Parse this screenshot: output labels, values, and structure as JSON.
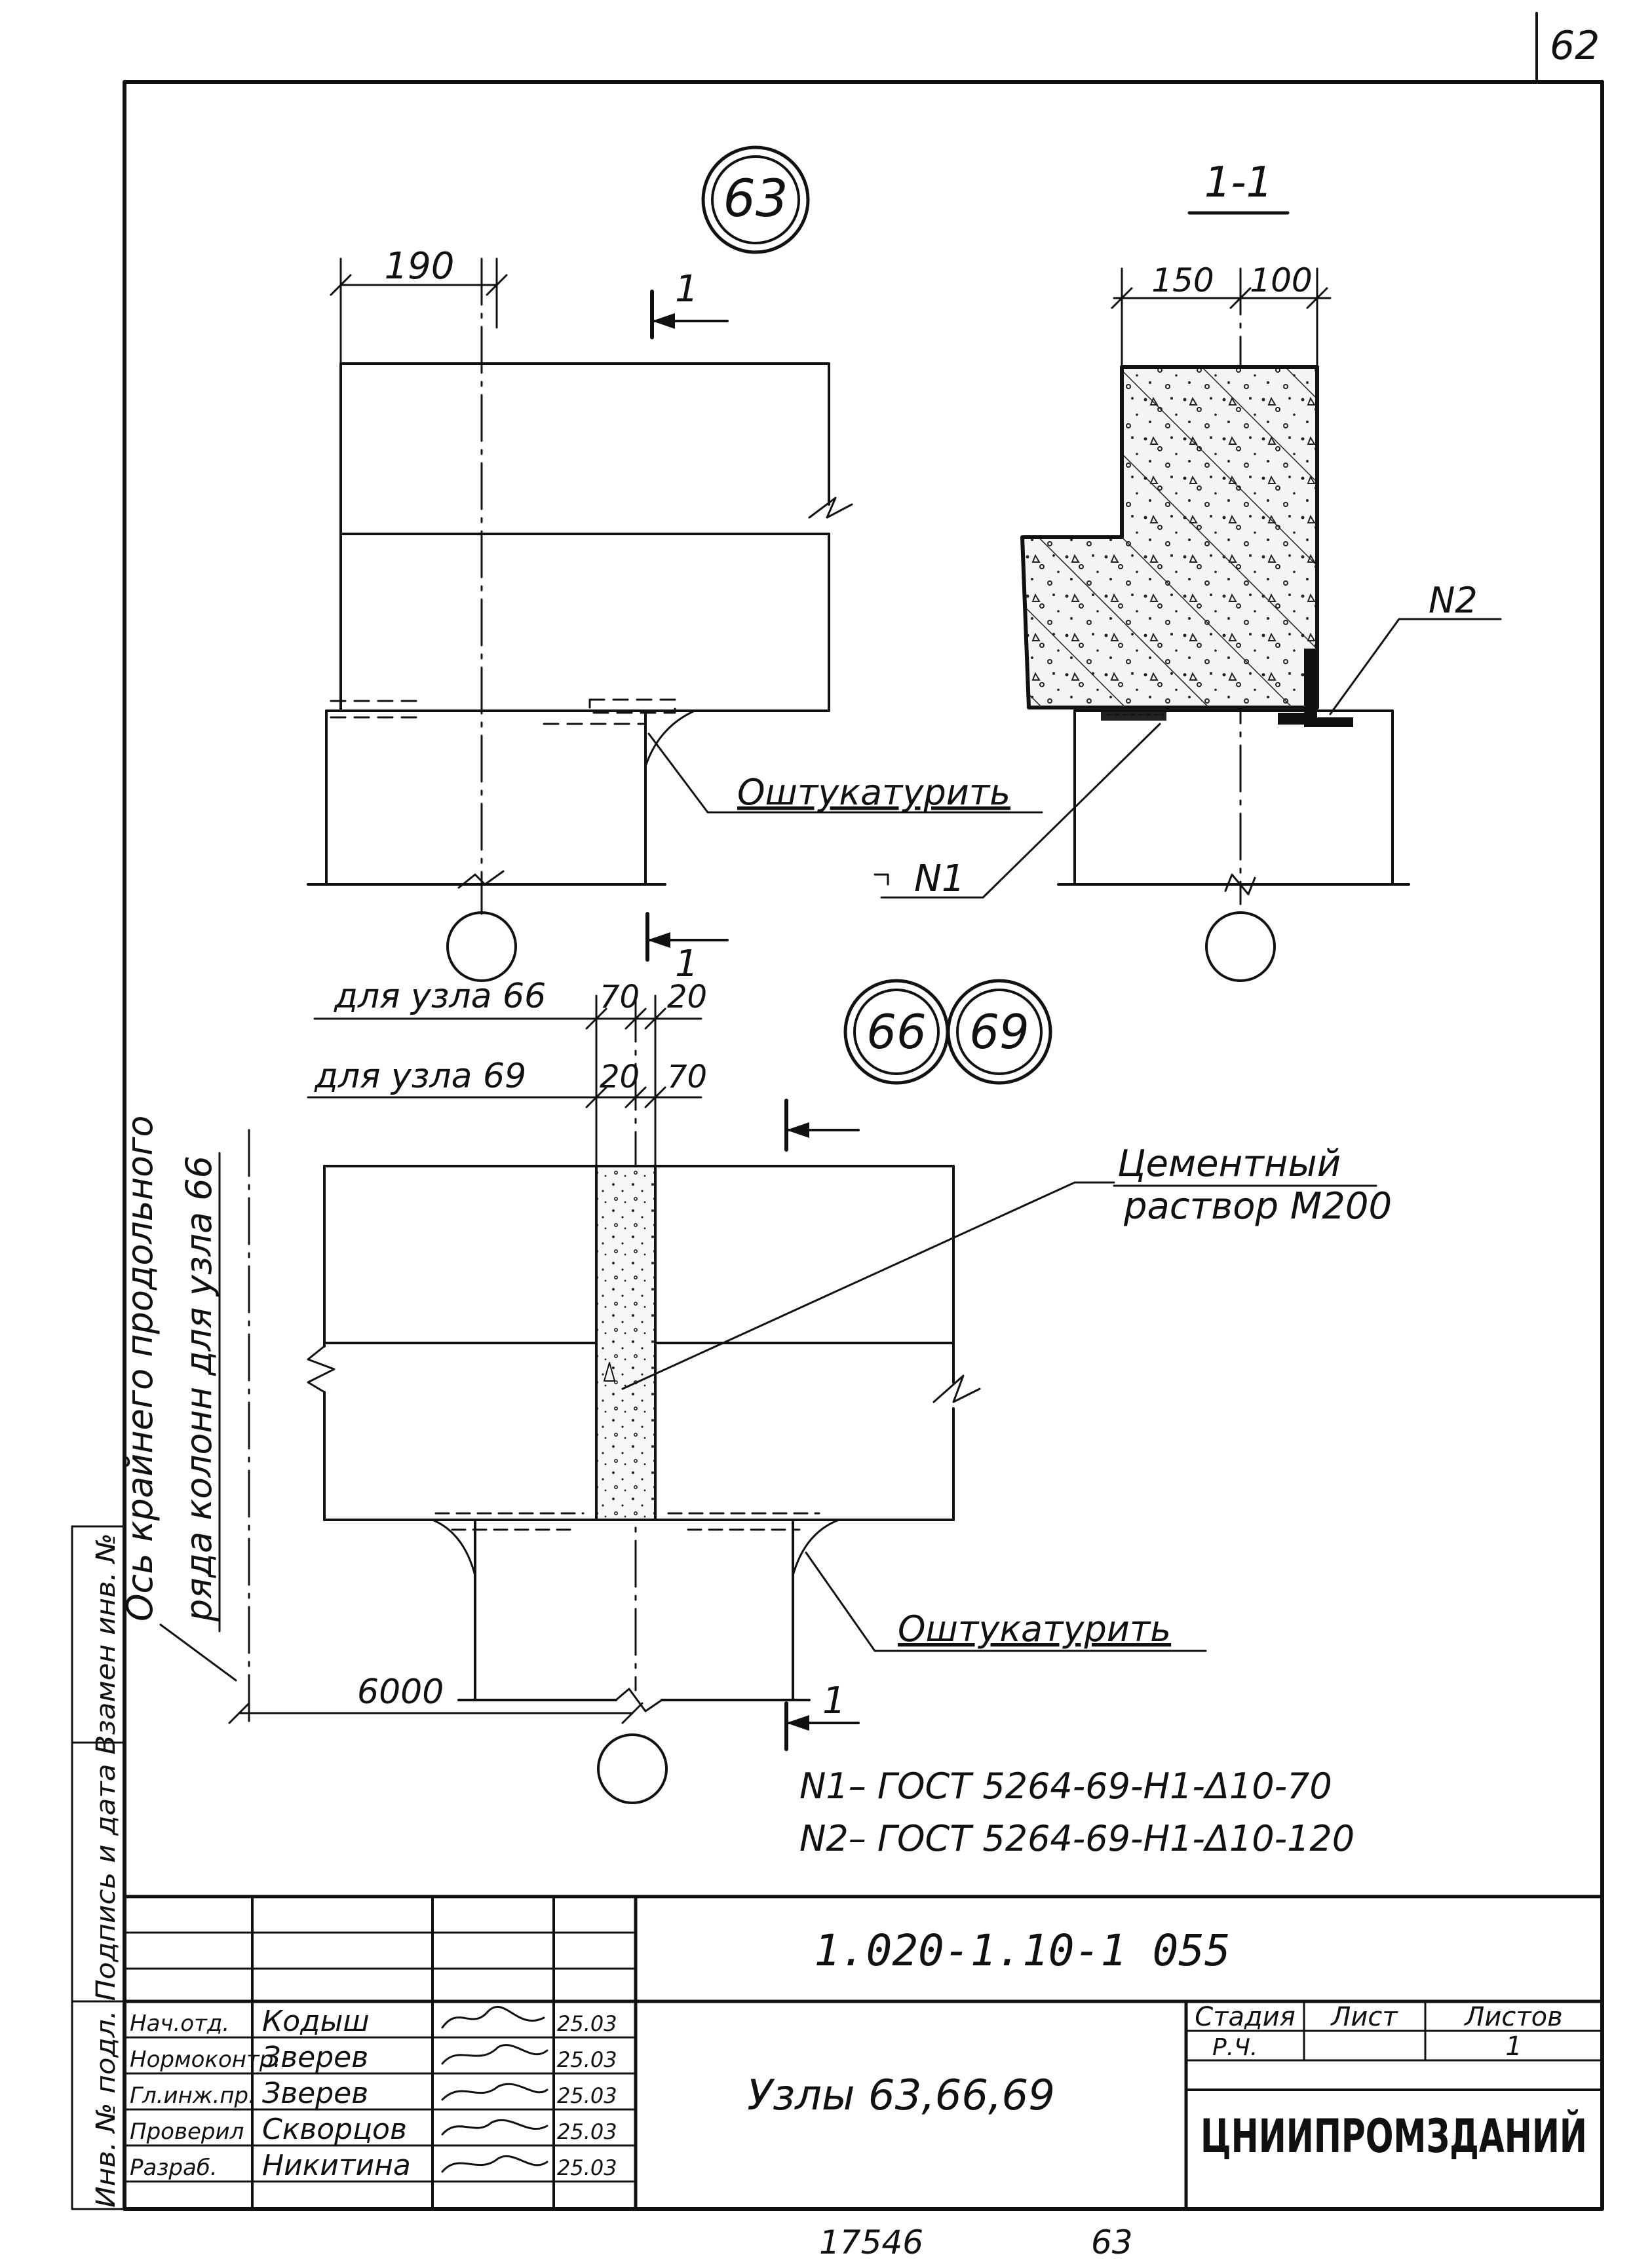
{
  "sheet_number": "62",
  "details": {
    "node_63": {
      "badge": "63",
      "dim_190": "190",
      "section_mark": "1",
      "callout": "Оштукатурить"
    },
    "section_1_1": {
      "title": "1-1",
      "dim_a": "150",
      "dim_b": "100",
      "marker_n1": "N1",
      "marker_n2": "N2"
    },
    "node_66_69": {
      "badge_66": "66",
      "badge_69": "69",
      "note_66": "для узла 66",
      "note_69": "для узла 69",
      "dim_70_top": "70",
      "dim_20_top": "20",
      "dim_20_bottom": "20",
      "dim_70_bottom": "70",
      "section_mark_top": "1",
      "section_mark_bottom": "1",
      "mortar_label_1": "Цементный",
      "mortar_label_2": "раствор М200",
      "callout": "Оштукатурить",
      "axis_label_1": "Ось крайнего продольного",
      "axis_label_2": "ряда колонн для узла 66",
      "dim_6000": "6000"
    }
  },
  "specifications": [
    "N1– ГОСТ 5264-69-Н1-Δ10-70",
    "N2– ГОСТ 5264-69-Н1-Δ10-120"
  ],
  "title_block": {
    "code": "1.020-1.10-1 055",
    "title": "Узлы 63,66,69",
    "stage_header": "Стадия",
    "sheet_header": "Лист",
    "sheets_header": "Листов",
    "stage_value": "Р.Ч.",
    "sheet_value": "",
    "sheets_value": "1",
    "organization": "ЦНИИПРОМЗДАНИЙ",
    "signatures": [
      {
        "role": "Нач.отд.",
        "name": "Кодыш",
        "date": "25.03"
      },
      {
        "role": "Нормоконтр.",
        "name": "Зверев",
        "date": "25.03"
      },
      {
        "role": "Гл.инж.пр.",
        "name": "Зверев",
        "date": "25.03"
      },
      {
        "role": "Проверил",
        "name": "Скворцов",
        "date": "25.03"
      },
      {
        "role": "Разраб.",
        "name": "Никитина",
        "date": "25.03"
      }
    ],
    "side_stamp": "Инв. № подл. Подпись и дата Взамен инв. №"
  },
  "footer": {
    "left": "17546",
    "right": "63"
  }
}
